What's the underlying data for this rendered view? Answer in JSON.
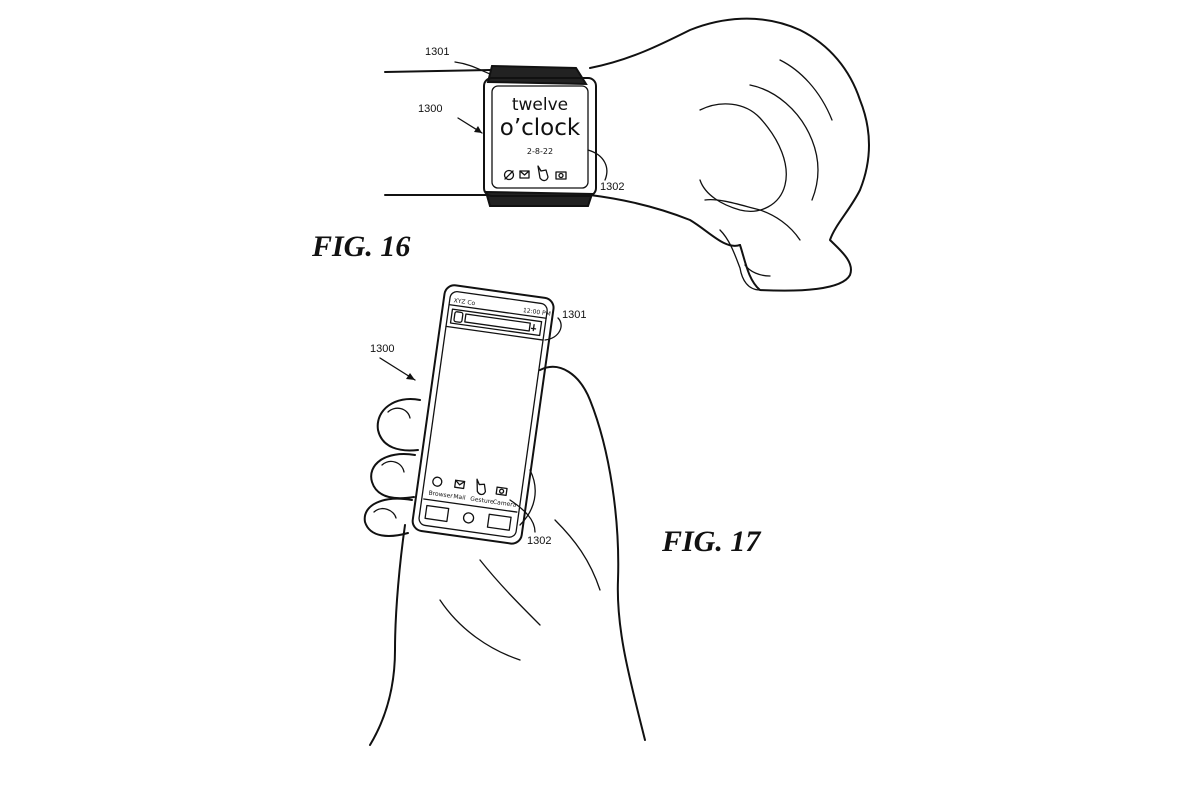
{
  "figures": [
    {
      "label": "FIG. 16",
      "refs": {
        "band": "1301",
        "device": "1300",
        "display": "1302"
      },
      "watch_screen": {
        "line1": "twelve",
        "line2": "o’clock",
        "date": "2-8-22",
        "icons": [
          "browser-icon",
          "mail-icon",
          "gesture-hand-icon",
          "camera-icon"
        ]
      }
    },
    {
      "label": "FIG. 17",
      "refs": {
        "device": "1300",
        "band": "1301",
        "display": "1302"
      },
      "phone_screen": {
        "carrier": "XYZ Co",
        "time": "12:00 PM",
        "apps": [
          "Browser",
          "Mail",
          "Gesture",
          "Camera"
        ],
        "nav_icons": [
          "moon-icon",
          "home-icon",
          "bell-icon"
        ]
      }
    }
  ]
}
